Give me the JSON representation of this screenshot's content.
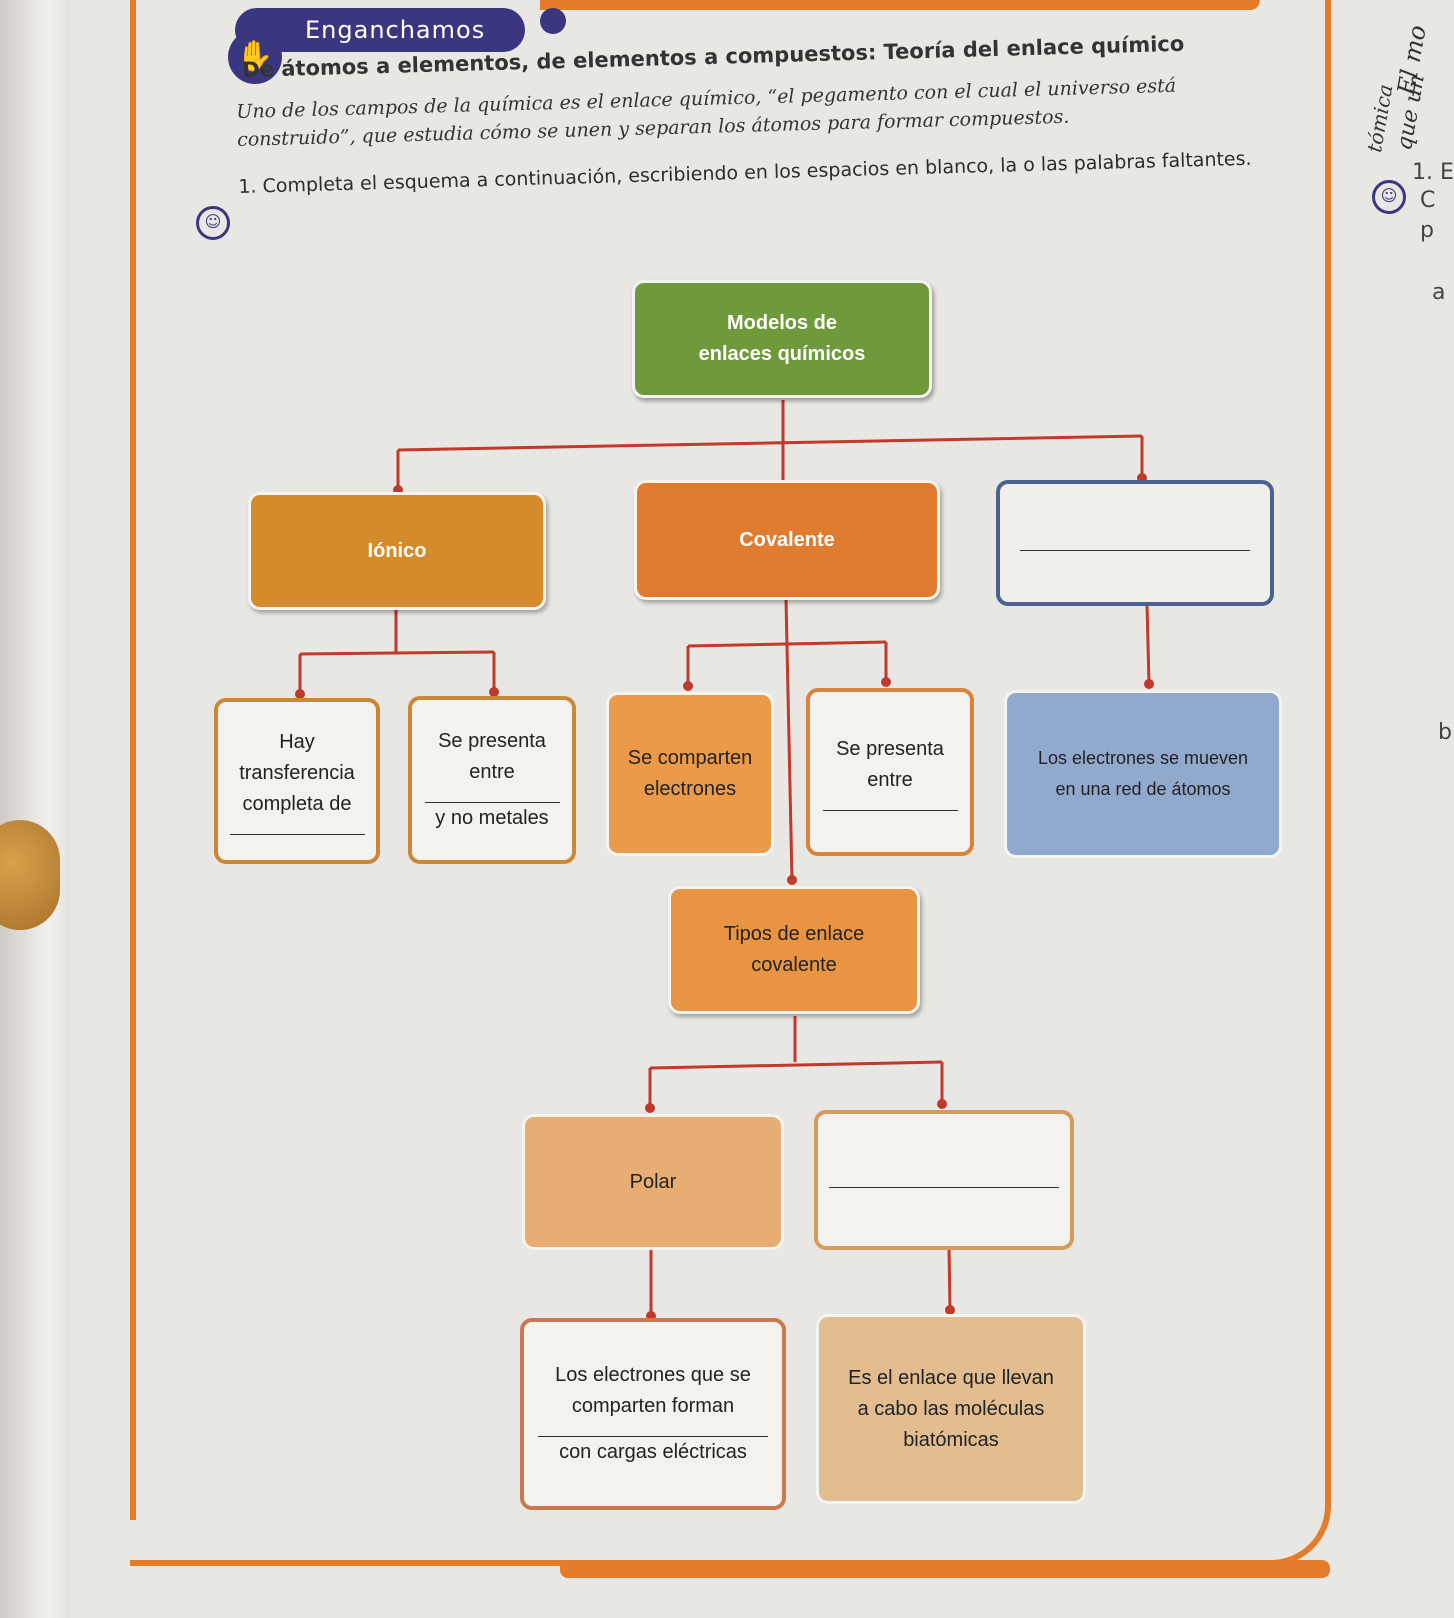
{
  "header": {
    "section_label": "Enganchamos",
    "title": "De átomos a elementos, de elementos a compuestos: Teoría del enlace químico",
    "intro": "Uno de los campos de la química es el enlace químico, “el pegamento con el cual el universo está construido”, que estudia cómo se unen y separan los átomos para formar compuestos.",
    "instruction": "1. Completa el esquema a continuación, escribiendo en los espacios en blanco, la o las palabras faltantes."
  },
  "margin": {
    "line1": "El mo",
    "line2": "tómica",
    "line3": "que un",
    "item": "1. E",
    "c1": "C",
    "c2": "p",
    "c3": "a",
    "c4": "b"
  },
  "diagram": {
    "root": {
      "line1": "Modelos de",
      "line2": "enlaces químicos"
    },
    "ionic": {
      "label": "Iónico"
    },
    "covalent": {
      "label": "Covalente"
    },
    "third": {
      "label": ""
    },
    "ionic_a": {
      "line1": "Hay",
      "line2": "transferencia",
      "line3": "completa de"
    },
    "ionic_b": {
      "line1": "Se presenta",
      "line2": "entre",
      "line3": "y no metales"
    },
    "cov_a": {
      "line1": "Se comparten",
      "line2": "electrones"
    },
    "cov_b": {
      "line1": "Se presenta",
      "line2": "entre"
    },
    "metal": {
      "line1": "Los electrones se mueven",
      "line2": "en una red de átomos"
    },
    "types": {
      "line1": "Tipos de enlace",
      "line2": "covalente"
    },
    "polar": {
      "label": "Polar"
    },
    "nonpolar": {
      "label": ""
    },
    "polar_desc": {
      "line1": "Los electrones que se",
      "line2": "comparten forman",
      "line3": "con cargas eléctricas"
    },
    "nonpolar_desc": {
      "line1": "Es el enlace que llevan",
      "line2": "a cabo las moléculas",
      "line3": "biatómicas"
    }
  },
  "colors": {
    "frame": "#e57c2a",
    "header": "#3b3680",
    "root": "#6f9a3b",
    "connector": "#c0392b"
  }
}
